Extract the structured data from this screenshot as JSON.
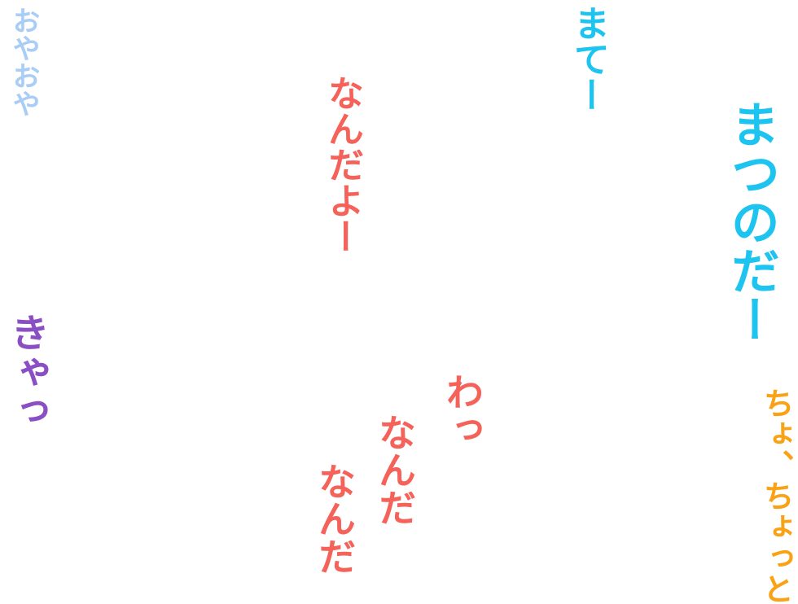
{
  "colors": {
    "background": "#ffffff",
    "light_blue": "#a9cdf5",
    "cyan": "#1ec4f0",
    "red": "#f4625a",
    "purple": "#8b4fc4",
    "orange": "#f9a216"
  },
  "phrases": {
    "oyaoya": "おやおや",
    "matee": "まてー",
    "nandayo": "なんだよー",
    "matsu_noda": "まつのだー",
    "kyatt": "きゃっ",
    "watt": "わっ",
    "nanda_1": "なんだ",
    "nanda_2": "なんだ",
    "chotto": "ちょ、ちょっと"
  }
}
